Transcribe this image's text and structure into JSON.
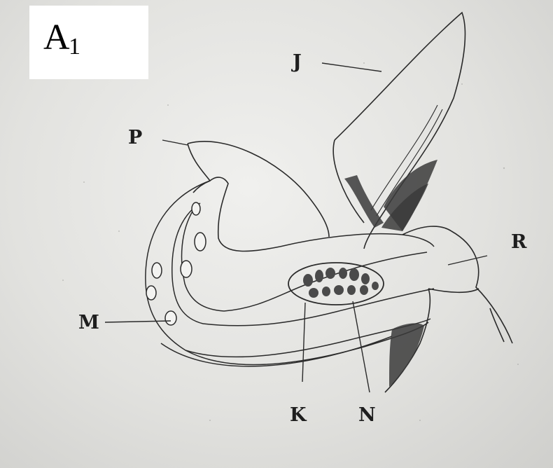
{
  "panel": {
    "label_main": "A",
    "label_sub": "1"
  },
  "labels": {
    "J": "J",
    "P": "P",
    "R": "R",
    "M": "M",
    "K": "K",
    "N": "N"
  },
  "colors": {
    "paper": "#e6e6e3",
    "ink": "#2a2a2a"
  }
}
